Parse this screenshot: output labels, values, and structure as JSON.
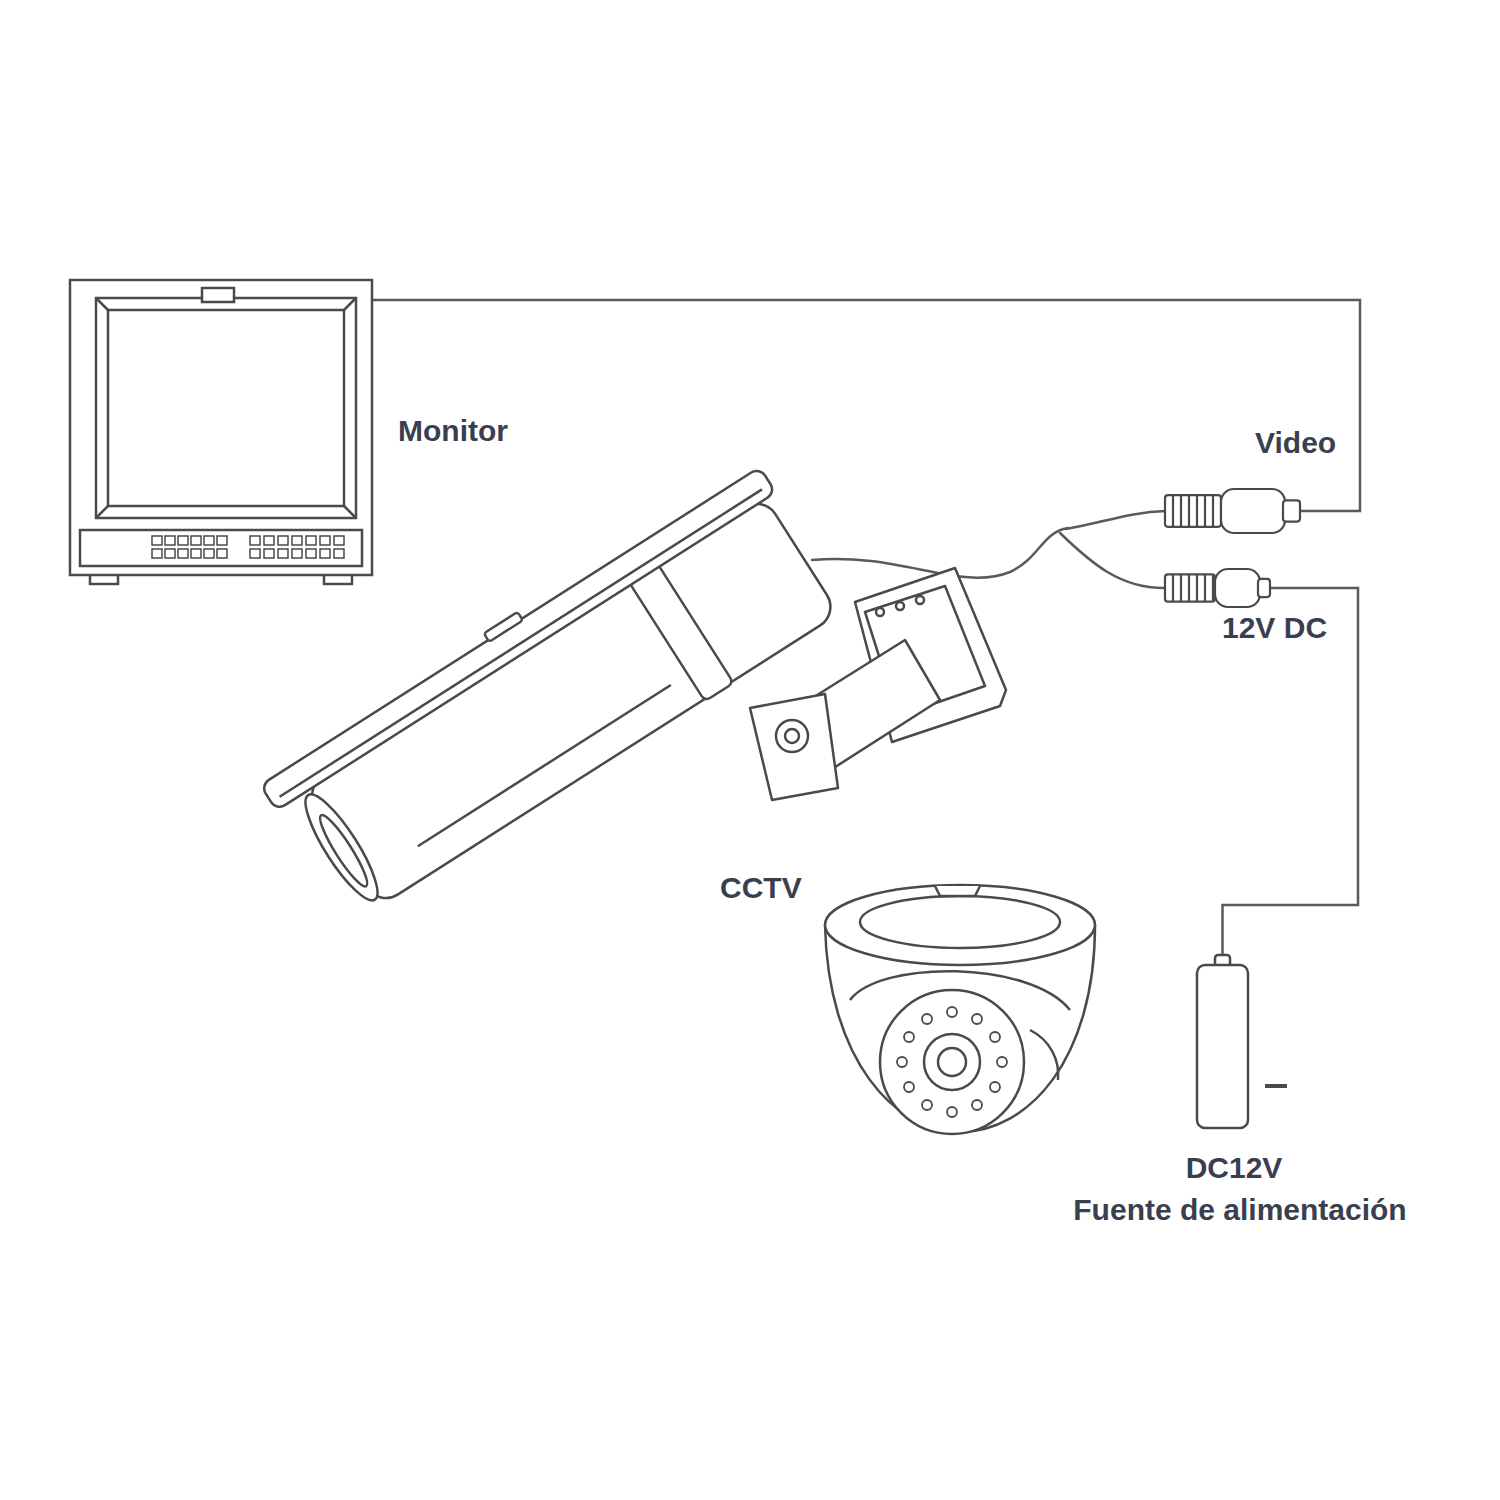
{
  "diagram": {
    "nodes": [
      {
        "text": [
          "Monitor"
        ]
      },
      {
        "text": [
          "Video"
        ]
      },
      {
        "text": [
          "12V DC"
        ]
      },
      {
        "text": [
          "DC12V",
          "Fuente de alimentación"
        ]
      }
    ],
    "edges": [
      {
        "from": 0,
        "to": 1,
        "arrow": "none"
      },
      {
        "from": 2,
        "to": 3,
        "arrow": "none"
      }
    ],
    "labels": [
      "CCTV"
    ]
  }
}
